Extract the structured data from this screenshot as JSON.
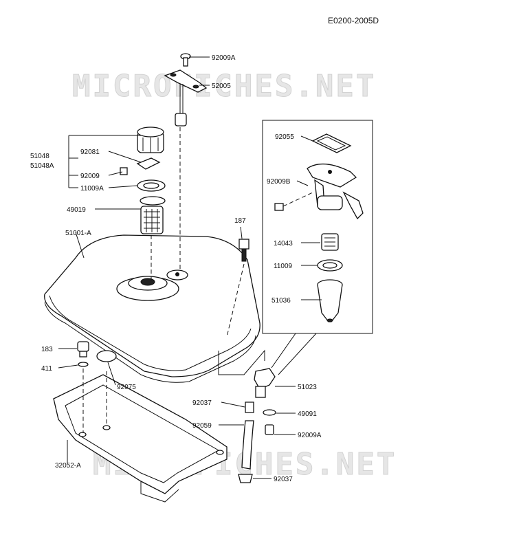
{
  "diagram_code": "E0200-2005D",
  "watermark": "MICROFICHES.NET",
  "parts": {
    "p92009A_top": "92009A",
    "p52005": "52005",
    "p51048": "51048",
    "p51048A": "51048A",
    "p92081": "92081",
    "p92009": "92009",
    "p11009A": "11009A",
    "p49019": "49019",
    "p51001A": "51001-A",
    "p187": "187",
    "p183": "183",
    "p411": "411",
    "p92075": "92075",
    "p32052A": "32052-A",
    "p92055": "92055",
    "p92009B": "92009B",
    "p14043": "14043",
    "p11009": "11009",
    "p51036": "51036",
    "p51023": "51023",
    "p92037_upper": "92037",
    "p49091": "49091",
    "p92059": "92059",
    "p92009A_low": "92009A",
    "p92037_lower": "92037"
  }
}
